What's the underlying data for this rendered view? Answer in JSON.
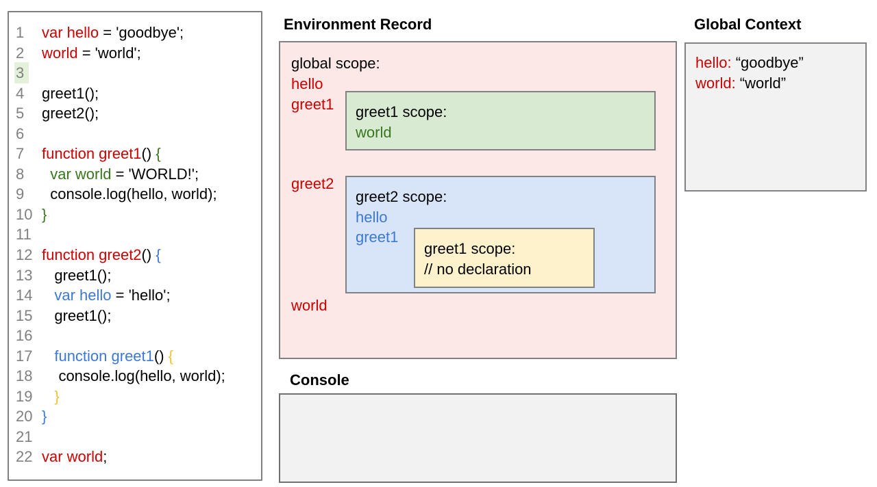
{
  "colors": {
    "red": "#cc0000",
    "green": "#38761d",
    "blue": "#3c78d8",
    "yellow": "#f1c232",
    "black": "#000000",
    "line_number_gray": "#808080",
    "line_highlight": "#e3f1da",
    "global_scope_bg": "#fce8e6",
    "greet1_scope_bg": "#d9ead3",
    "greet2_scope_bg": "#d8e5f8",
    "nested_scope_bg": "#fdf2cc",
    "panel_bg": "#f2f2f2"
  },
  "code_panel": {
    "lines": [
      {
        "n": "1",
        "tokens": [
          {
            "t": "var hello",
            "c": "red"
          },
          {
            "t": " = 'goodbye';",
            "c": "black"
          }
        ]
      },
      {
        "n": "2",
        "tokens": [
          {
            "t": "world",
            "c": "red"
          },
          {
            "t": " = 'world';",
            "c": "black"
          }
        ]
      },
      {
        "n": "3",
        "highlight": true,
        "tokens": []
      },
      {
        "n": "4",
        "tokens": [
          {
            "t": "greet1();",
            "c": "black"
          }
        ]
      },
      {
        "n": "5",
        "tokens": [
          {
            "t": "greet2();",
            "c": "black"
          }
        ]
      },
      {
        "n": "6",
        "tokens": []
      },
      {
        "n": "7",
        "tokens": [
          {
            "t": "function greet1",
            "c": "red"
          },
          {
            "t": "() ",
            "c": "black"
          },
          {
            "t": "{",
            "c": "green"
          }
        ]
      },
      {
        "n": "8",
        "tokens": [
          {
            "t": "  ",
            "c": "black"
          },
          {
            "t": "var world",
            "c": "green"
          },
          {
            "t": " = 'WORLD!';",
            "c": "black"
          }
        ]
      },
      {
        "n": "9",
        "tokens": [
          {
            "t": "  console.log(hello, world);",
            "c": "black"
          }
        ]
      },
      {
        "n": "10",
        "tokens": [
          {
            "t": "}",
            "c": "green"
          }
        ]
      },
      {
        "n": "11",
        "tokens": []
      },
      {
        "n": "12",
        "tokens": [
          {
            "t": "function greet2",
            "c": "red"
          },
          {
            "t": "() ",
            "c": "black"
          },
          {
            "t": "{",
            "c": "blue"
          }
        ]
      },
      {
        "n": "13",
        "tokens": [
          {
            "t": "   greet1();",
            "c": "black"
          }
        ]
      },
      {
        "n": "14",
        "tokens": [
          {
            "t": "   ",
            "c": "black"
          },
          {
            "t": "var hello",
            "c": "blue"
          },
          {
            "t": " = 'hello';",
            "c": "black"
          }
        ]
      },
      {
        "n": "15",
        "tokens": [
          {
            "t": "   greet1();",
            "c": "black"
          }
        ]
      },
      {
        "n": "16",
        "tokens": []
      },
      {
        "n": "17",
        "tokens": [
          {
            "t": "   ",
            "c": "black"
          },
          {
            "t": "function greet1",
            "c": "blue"
          },
          {
            "t": "() ",
            "c": "black"
          },
          {
            "t": "{",
            "c": "yellow"
          }
        ]
      },
      {
        "n": "18",
        "tokens": [
          {
            "t": "    console.log(hello, world);",
            "c": "black"
          }
        ]
      },
      {
        "n": "19",
        "tokens": [
          {
            "t": "   ",
            "c": "black"
          },
          {
            "t": "}",
            "c": "yellow"
          }
        ]
      },
      {
        "n": "20",
        "tokens": [
          {
            "t": "}",
            "c": "blue"
          }
        ]
      },
      {
        "n": "21",
        "tokens": []
      },
      {
        "n": "22",
        "tokens": [
          {
            "t": "var world",
            "c": "red"
          },
          {
            "t": ";",
            "c": "black"
          }
        ]
      }
    ]
  },
  "env_record": {
    "title": "Environment Record",
    "global_scope_label": "global scope:",
    "global_vars": [
      "hello",
      "greet1",
      "greet2",
      "world"
    ],
    "greet1_scope": {
      "label": "greet1 scope:",
      "vars": [
        "world"
      ]
    },
    "greet2_scope": {
      "label": "greet2 scope:",
      "vars": [
        "hello",
        "greet1"
      ]
    },
    "nested_greet1_scope": {
      "label": "greet1 scope:",
      "comment": "// no declaration"
    }
  },
  "global_context": {
    "title": "Global Context",
    "entries": [
      {
        "name": "hello:",
        "value": " “goodbye”"
      },
      {
        "name": "world:",
        "value": " “world”"
      }
    ]
  },
  "console": {
    "title": "Console",
    "output": ""
  }
}
